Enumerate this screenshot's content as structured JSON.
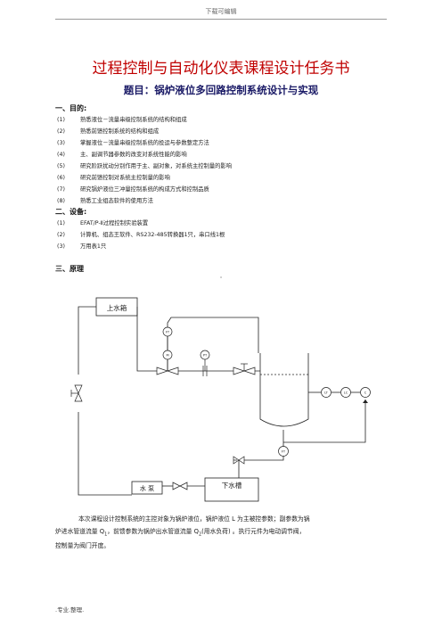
{
  "header": "下载可编辑",
  "title": "过程控制与自动化仪表课程设计任务书",
  "subtitle": "题目：锅炉液位多回路控制系统设计与实现",
  "section1": {
    "heading": "一、目的:",
    "items": [
      {
        "num": "(1)",
        "text": "熟悉液位－流量串级控制系统的结构和组成"
      },
      {
        "num": "(2)",
        "text": "熟悉前馈控制系统的结构和组成"
      },
      {
        "num": "(3)",
        "text": "掌握液位－流量串级控制系统的投运与参数整定方法"
      },
      {
        "num": "(4)",
        "text": "主、副调节器参数的改变对系统性能的影响"
      },
      {
        "num": "(5)",
        "text": "研究阶跃扰动分别作用于主、副对象，对系统主控制量的影响"
      },
      {
        "num": "(6)",
        "text": "研究前馈控制对系统主控制量的影响"
      },
      {
        "num": "(7)",
        "text": "研究锅炉液位三冲量控制系统的构成方式和控制品质"
      },
      {
        "num": "(8)",
        "text": "熟悉工业组态软件的使用方法"
      }
    ]
  },
  "section2": {
    "heading": "二、设备:",
    "items": [
      {
        "num": "(1)",
        "text": "EFAT/P-Ⅱ过程控制实验装置"
      },
      {
        "num": "(2)",
        "text": "计算机、组态王软件、RS232-485转换器1只，串口线1根"
      },
      {
        "num": "(3)",
        "text": "万用表1只"
      }
    ]
  },
  "section3": {
    "heading": "三、原理"
  },
  "diagram": {
    "dot": "·",
    "upper_tank": "上水箱",
    "pump": "水 泵",
    "lower_tank": "下水槽",
    "instruments": {
      "ft_top": "FT",
      "m": "M",
      "pt": "PT",
      "lt": "LT",
      "lc": "LC",
      "c": "C",
      "ft_bottom": "FT"
    }
  },
  "paragraph": {
    "line1": "本次课程设计控制系统的主控对象为锅炉液位，锅炉液位 L 为主被控参数；副参数为锅",
    "line2_a": "炉进水管道流量 Q",
    "line2_sub1": "1",
    "line2_b": "，前馈参数为锅炉出水管道流量 Q",
    "line2_sub2": "2",
    "line2_c": "(用水负荷) 。执行元件为电动调节阀，",
    "line3": "控制量为阀门开度。"
  },
  "footer": ".专业.整理."
}
